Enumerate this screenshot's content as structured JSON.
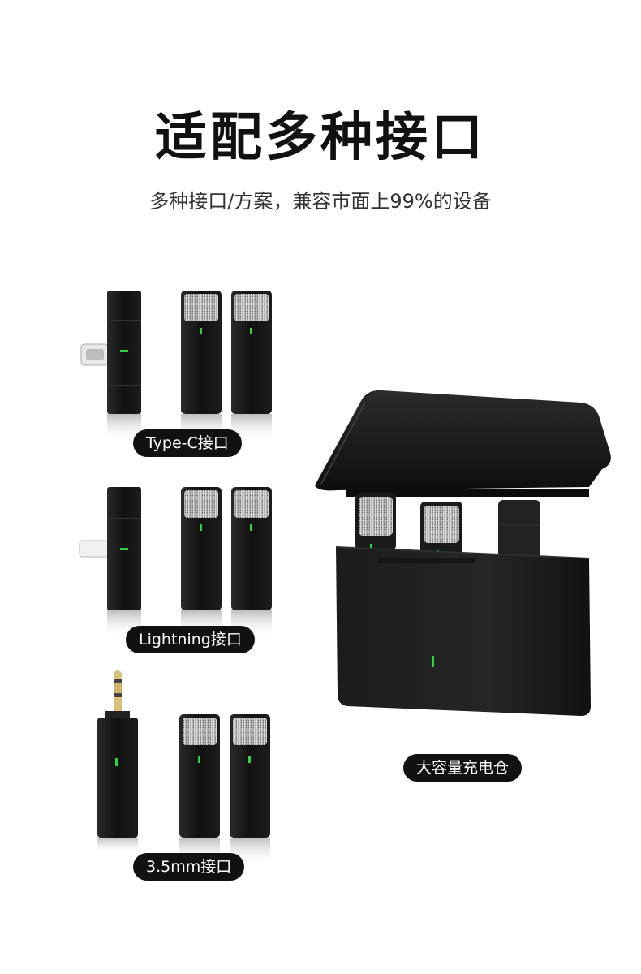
{
  "headline": "适配多种接口",
  "subheadline": "多种接口/方案，兼容市面上99%的设备",
  "labels": {
    "typec": "Type-C接口",
    "lightning": "Lightning接口",
    "jack": "3.5mm接口",
    "case": "大容量充电仓"
  },
  "colors": {
    "device_body": "#161616",
    "led": "#2fd33a",
    "mesh": "#b9b9b9",
    "pill_bg": "#111111"
  }
}
